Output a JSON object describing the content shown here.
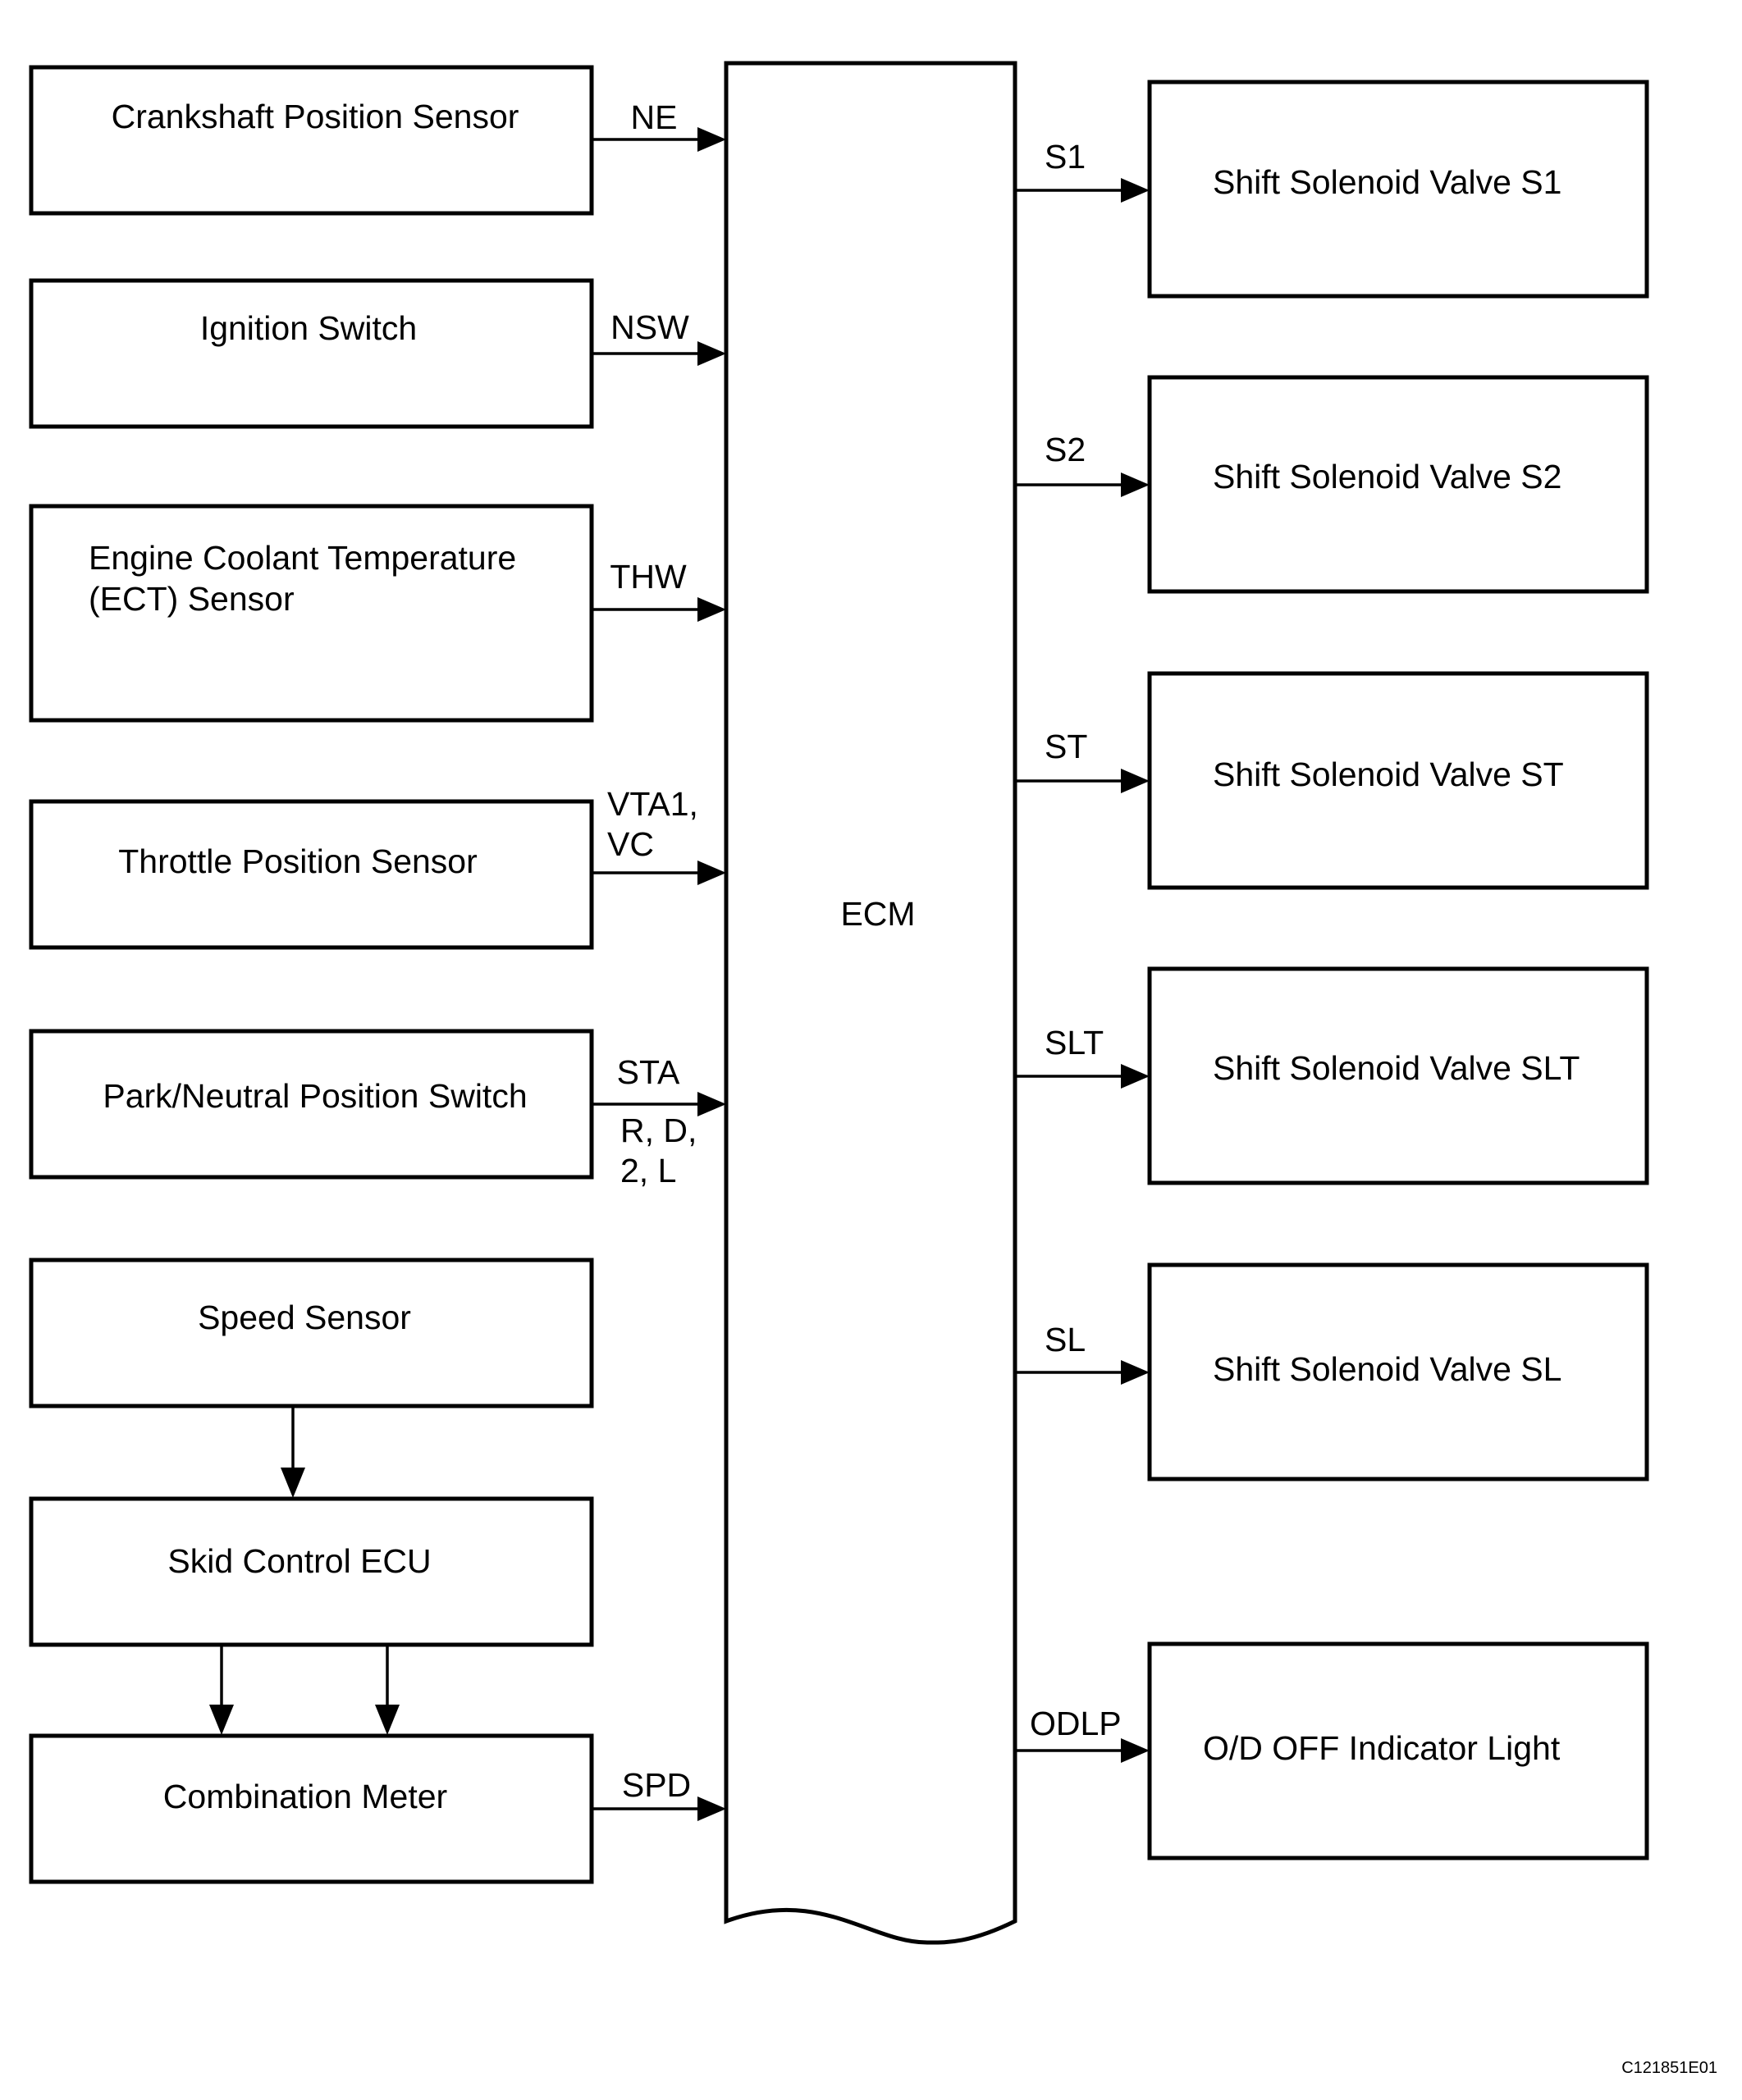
{
  "inputs": {
    "crankshaft": "Crankshaft Position Sensor",
    "ignition": "Ignition Switch",
    "ect_line1": "Engine Coolant Temperature",
    "ect_line2": "(ECT) Sensor",
    "throttle": "Throttle Position Sensor",
    "park_neutral": "Park/Neutral Position Switch",
    "speed_sensor": "Speed Sensor",
    "skid_ecu": "Skid Control ECU",
    "combination_meter": "Combination Meter"
  },
  "ecm": "ECM",
  "signals": {
    "ne": "NE",
    "nsw": "NSW",
    "thw": "THW",
    "vta1": "VTA1,",
    "vc": "VC",
    "sta": "STA",
    "rd": "R, D,",
    "twol": "2, L",
    "spd": "SPD",
    "s1": "S1",
    "s2": "S2",
    "st": "ST",
    "slt": "SLT",
    "sl": "SL",
    "odlp": "ODLP"
  },
  "outputs": {
    "s1": "Shift Solenoid Valve S1",
    "s2": "Shift Solenoid Valve S2",
    "st": "Shift Solenoid Valve ST",
    "slt": "Shift Solenoid Valve SLT",
    "sl": "Shift Solenoid Valve SL",
    "odlp": "O/D OFF Indicator Light"
  },
  "ref_code": "C121851E01"
}
